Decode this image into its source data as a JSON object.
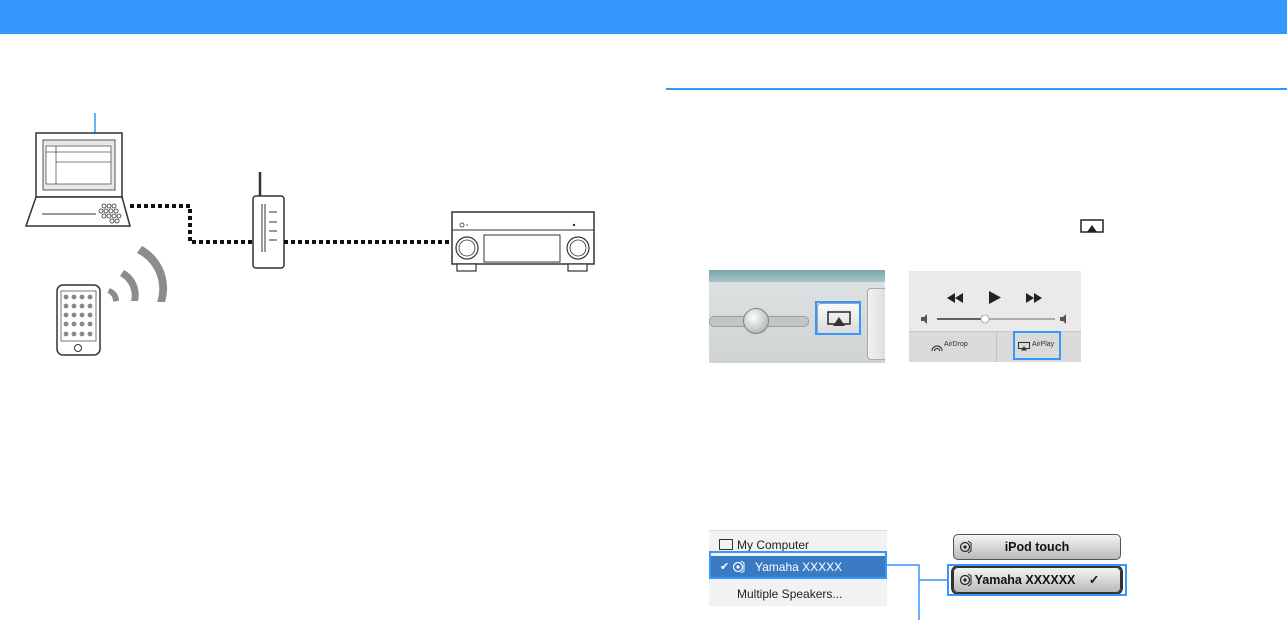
{
  "header": {
    "accent": "#3597fb"
  },
  "diagram": {
    "devices": [
      {
        "icon": "laptop-icon"
      },
      {
        "icon": "router-icon"
      },
      {
        "icon": "av-receiver-icon"
      },
      {
        "icon": "smartphone-icon"
      },
      {
        "icon": "wifi-waves-icon"
      }
    ],
    "connections": [
      "wired",
      "wired",
      "wireless"
    ]
  },
  "screenshots": {
    "itunes_airplay_button": {
      "icon": "airplay-icon"
    },
    "ios_control_center": {
      "airdrop_label": "AirDrop",
      "airplay_label": "AirPlay"
    },
    "itunes_speaker_menu": {
      "items": [
        "My Computer",
        "Yamaha  XXXXX",
        "Multiple Speakers..."
      ],
      "selected_index": 1
    },
    "ios_airplay_list": {
      "items": [
        "iPod touch",
        "Yamaha XXXXXX"
      ],
      "selected_index": 1,
      "check": "✓"
    }
  }
}
